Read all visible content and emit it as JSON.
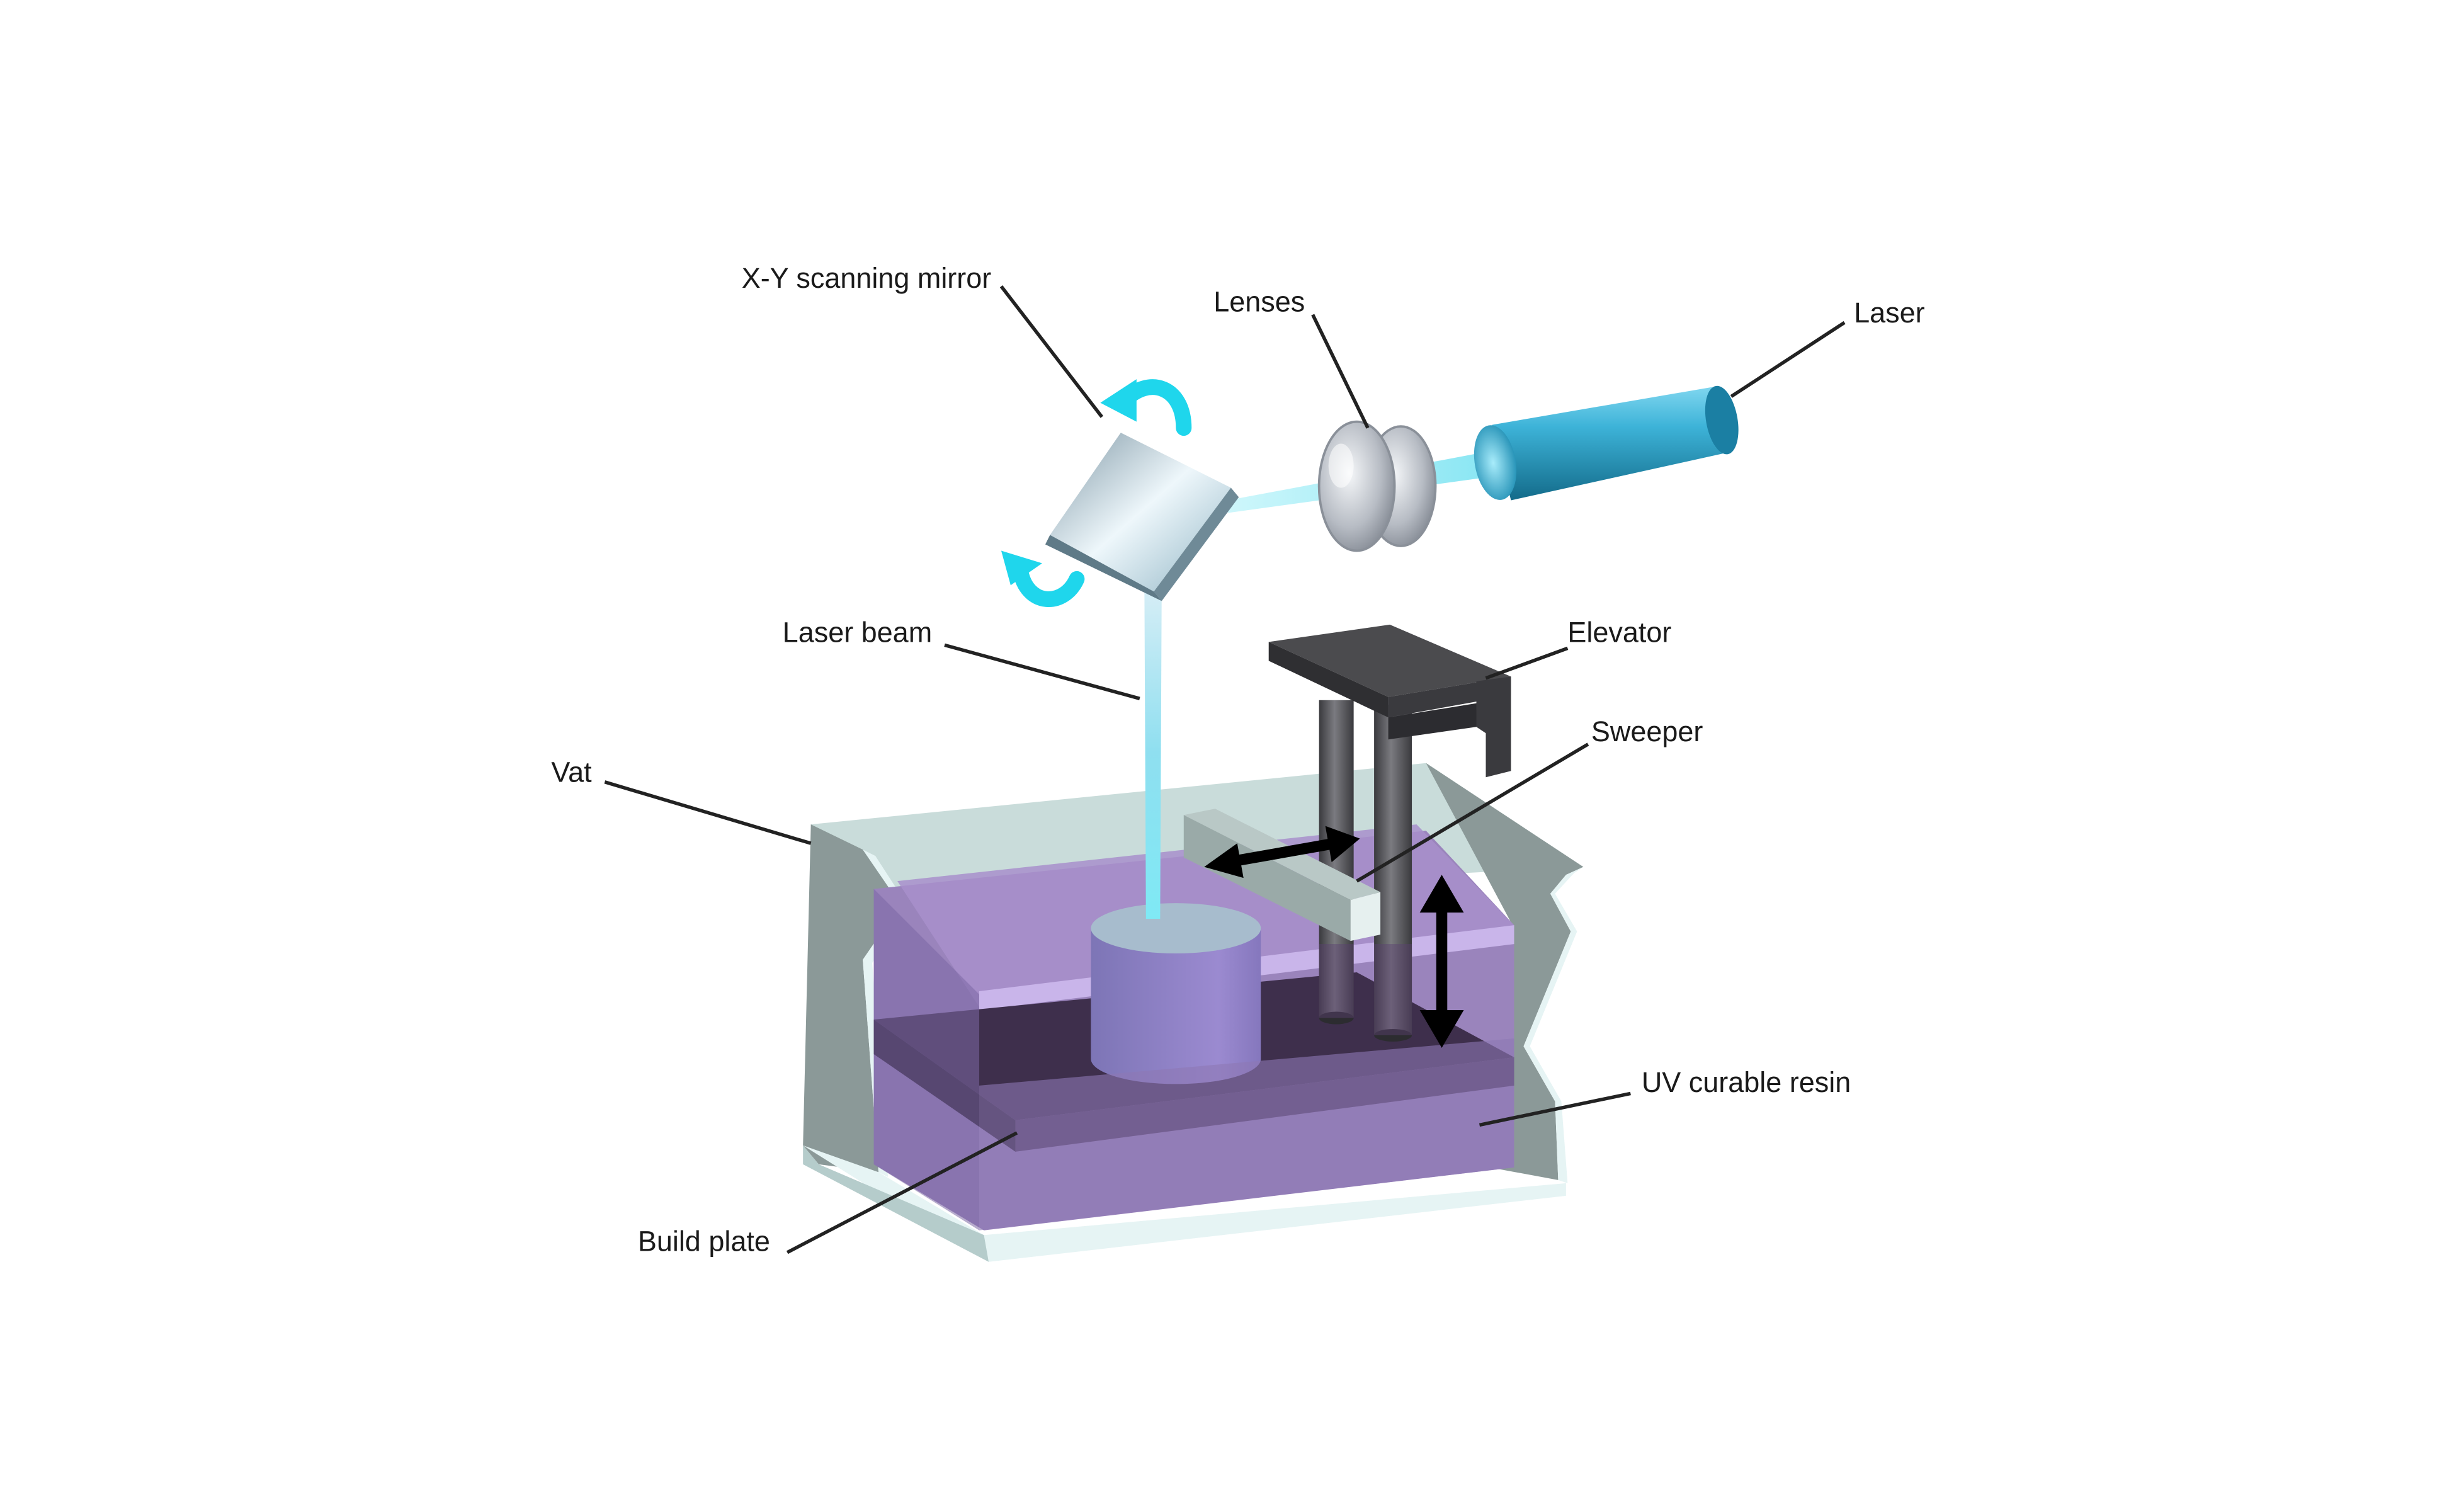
{
  "labels": {
    "mirror": "X-Y scanning mirror",
    "lenses": "Lenses",
    "laser": "Laser",
    "laser_beam": "Laser beam",
    "elevator": "Elevator",
    "sweeper": "Sweeper",
    "vat": "Vat",
    "resin": "UV curable resin",
    "build_plate": "Build plate"
  },
  "colors": {
    "resin": "#9a84bc",
    "vat_glass": "#c6dad8",
    "vat_wall": "#8b9998",
    "laser_body": "#2a9ec4",
    "beam": "#7fe9f5",
    "rotation_arrow": "#1fd6ec",
    "build_plate": "#3e2f4c",
    "elevator": "#3a3a3a"
  }
}
